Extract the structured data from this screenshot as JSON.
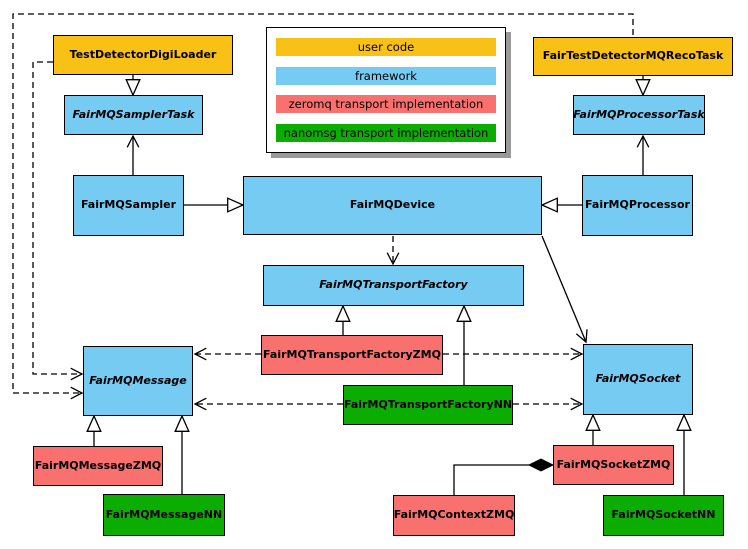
{
  "palette": {
    "user_code": "#F9C116",
    "framework": "#76CBF2",
    "zeromq": "#F9716E",
    "nanomsg": "#0CAD01",
    "edge": "#000000",
    "background": "#FFFFFF"
  },
  "legend": {
    "items": [
      {
        "label": "user code",
        "color": "#F9C116"
      },
      {
        "label": "framework",
        "color": "#76CBF2"
      },
      {
        "label": "zeromq transport implementation",
        "color": "#F9716E"
      },
      {
        "label": "nanomsg transport implementation",
        "color": "#0CAD01"
      }
    ]
  },
  "nodes": [
    {
      "label": "TestDetectorDigiLoader",
      "category": "user code",
      "abstract": false
    },
    {
      "label": "FairTestDetectorMQRecoTask",
      "category": "user code",
      "abstract": false
    },
    {
      "label": "FairMQSamplerTask",
      "category": "framework",
      "abstract": true
    },
    {
      "label": "FairMQProcessorTask",
      "category": "framework",
      "abstract": true
    },
    {
      "label": "FairMQSampler",
      "category": "framework",
      "abstract": false
    },
    {
      "label": "FairMQDevice",
      "category": "framework",
      "abstract": false
    },
    {
      "label": "FairMQProcessor",
      "category": "framework",
      "abstract": false
    },
    {
      "label": "FairMQTransportFactory",
      "category": "framework",
      "abstract": true
    },
    {
      "label": "FairMQTransportFactoryZMQ",
      "category": "zeromq",
      "abstract": false
    },
    {
      "label": "FairMQTransportFactoryNN",
      "category": "nanomsg",
      "abstract": false
    },
    {
      "label": "FairMQMessage",
      "category": "framework",
      "abstract": true
    },
    {
      "label": "FairMQSocket",
      "category": "framework",
      "abstract": true
    },
    {
      "label": "FairMQMessageZMQ",
      "category": "zeromq",
      "abstract": false
    },
    {
      "label": "FairMQMessageNN",
      "category": "nanomsg",
      "abstract": false
    },
    {
      "label": "FairMQSocketZMQ",
      "category": "zeromq",
      "abstract": false
    },
    {
      "label": "FairMQSocketNN",
      "category": "nanomsg",
      "abstract": false
    },
    {
      "label": "FairMQContextZMQ",
      "category": "zeromq",
      "abstract": false
    }
  ],
  "edges": [
    {
      "from": "TestDetectorDigiLoader",
      "to": "FairMQSamplerTask",
      "type": "inheritance-solid-hollow-triangle"
    },
    {
      "from": "FairTestDetectorMQRecoTask",
      "to": "FairMQProcessorTask",
      "type": "inheritance-solid-hollow-triangle"
    },
    {
      "from": "FairMQSampler",
      "to": "FairMQSamplerTask",
      "type": "association-open-arrow"
    },
    {
      "from": "FairMQProcessor",
      "to": "FairMQProcessorTask",
      "type": "association-open-arrow"
    },
    {
      "from": "FairMQSampler",
      "to": "FairMQDevice",
      "type": "inheritance-solid-hollow-triangle"
    },
    {
      "from": "FairMQProcessor",
      "to": "FairMQDevice",
      "type": "inheritance-solid-hollow-triangle"
    },
    {
      "from": "FairMQDevice",
      "to": "FairMQTransportFactory",
      "type": "dependency-dashed-open-arrow"
    },
    {
      "from": "FairMQDevice",
      "to": "FairMQSocket",
      "type": "association-open-arrow"
    },
    {
      "from": "FairMQTransportFactoryZMQ",
      "to": "FairMQTransportFactory",
      "type": "inheritance-solid-hollow-triangle"
    },
    {
      "from": "FairMQTransportFactoryNN",
      "to": "FairMQTransportFactory",
      "type": "inheritance-solid-hollow-triangle"
    },
    {
      "from": "FairMQTransportFactoryZMQ",
      "to": "FairMQMessage",
      "type": "dependency-dashed-open-arrow"
    },
    {
      "from": "FairMQTransportFactoryZMQ",
      "to": "FairMQSocket",
      "type": "dependency-dashed-open-arrow"
    },
    {
      "from": "FairMQTransportFactoryNN",
      "to": "FairMQMessage",
      "type": "dependency-dashed-open-arrow"
    },
    {
      "from": "FairMQTransportFactoryNN",
      "to": "FairMQSocket",
      "type": "dependency-dashed-open-arrow"
    },
    {
      "from": "FairMQMessageZMQ",
      "to": "FairMQMessage",
      "type": "inheritance-solid-hollow-triangle"
    },
    {
      "from": "FairMQMessageNN",
      "to": "FairMQMessage",
      "type": "inheritance-solid-hollow-triangle"
    },
    {
      "from": "FairMQSocketZMQ",
      "to": "FairMQSocket",
      "type": "inheritance-solid-hollow-triangle"
    },
    {
      "from": "FairMQSocketNN",
      "to": "FairMQSocket",
      "type": "inheritance-solid-hollow-triangle"
    },
    {
      "from": "FairTestDetectorMQRecoTask",
      "to": "FairMQMessage",
      "type": "dependency-dashed-open-arrow"
    },
    {
      "from": "TestDetectorDigiLoader",
      "to": "FairMQMessage",
      "type": "dependency-dashed-open-arrow"
    },
    {
      "from": "FairMQContextZMQ",
      "to": "FairMQSocketZMQ",
      "type": "composition-filled-diamond"
    }
  ]
}
